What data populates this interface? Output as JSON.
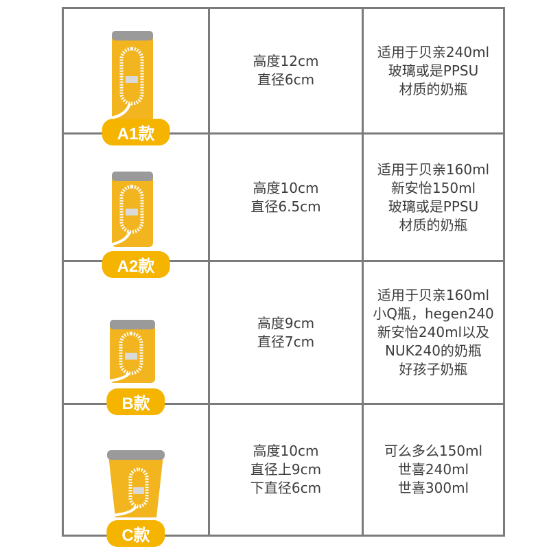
{
  "rows": [
    {
      "label": "A1款",
      "size_lines": [
        "高度12cm",
        "直径6cm"
      ],
      "fit_lines": [
        "适用于贝亲240ml",
        "玻璃或是PPSU",
        "材质的奶瓶"
      ]
    },
    {
      "label": "A2款",
      "size_lines": [
        "高度10cm",
        "直径6.5cm"
      ],
      "fit_lines": [
        "适用于贝亲160ml",
        "新安怡150ml",
        "玻璃或是PPSU",
        "材质的奶瓶"
      ]
    },
    {
      "label": "B款",
      "size_lines": [
        "高度9cm",
        "直径7cm"
      ],
      "fit_lines": [
        "适用于贝亲160ml",
        "小Q瓶，hegen240",
        "新安怡240ml以及",
        "NUK240的奶瓶",
        "好孩子奶瓶"
      ]
    },
    {
      "label": "C款",
      "size_lines": [
        "高度10cm",
        "直径上9cm",
        "下直径6cm"
      ],
      "fit_lines": [
        "可么多么150ml",
        "世喜240ml",
        "世喜300ml"
      ]
    }
  ],
  "colors": {
    "border": "#7b7b7b",
    "label_bg": "#f4b400",
    "product_yellow": "#f2b51f",
    "product_gray": "#9a9a9a"
  },
  "icons": [
    "bottle-warmer-sleeve-icon"
  ]
}
